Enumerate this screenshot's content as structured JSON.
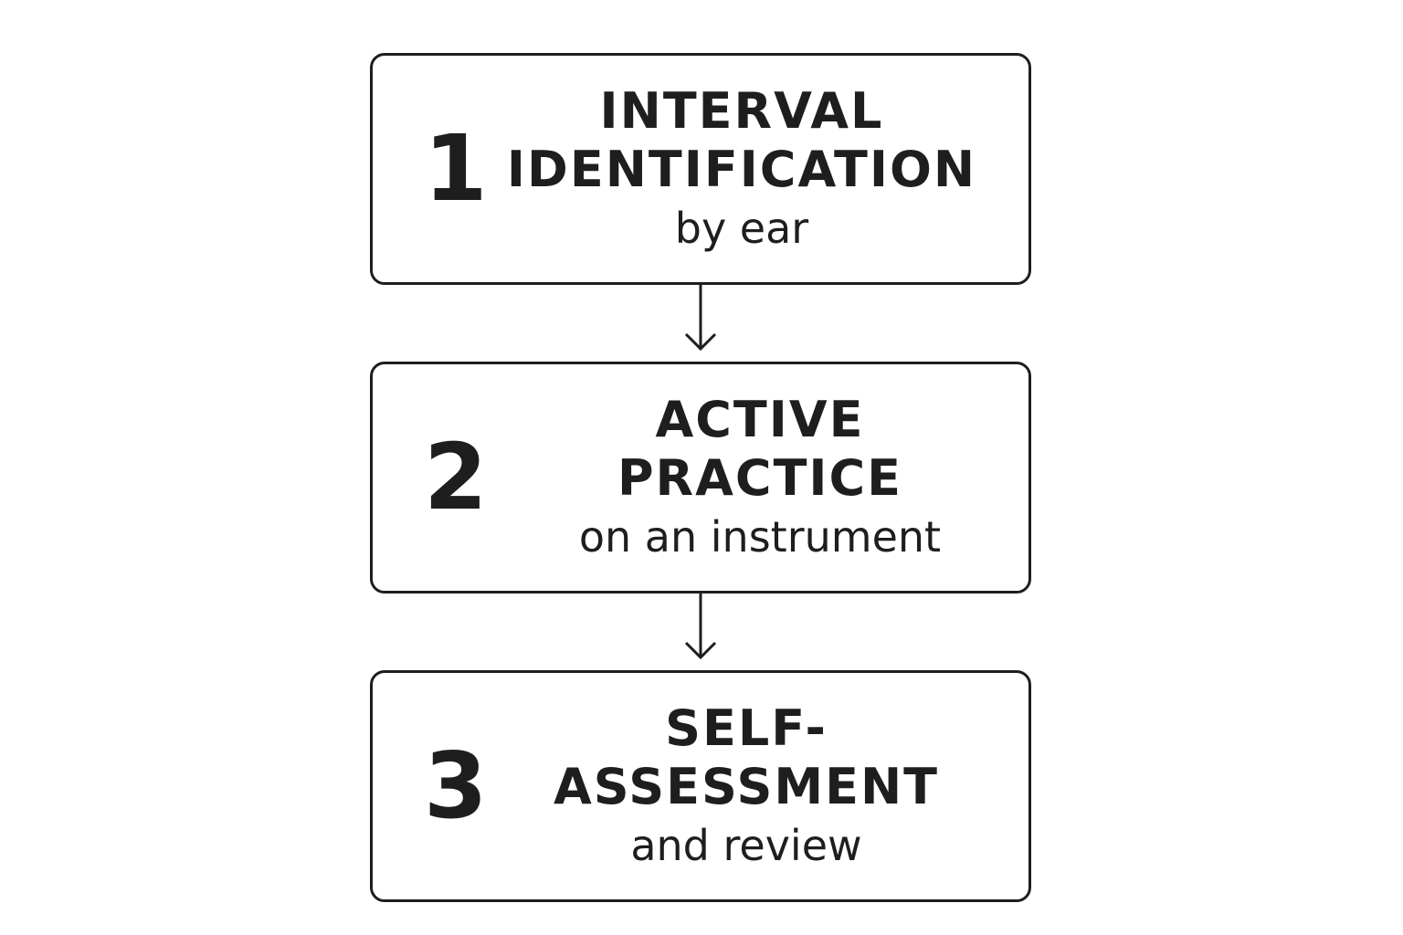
{
  "steps": [
    {
      "number": "1",
      "title_line1": "INTERVAL",
      "title_line2": "IDENTIFICATION",
      "subtitle": "by ear"
    },
    {
      "number": "2",
      "title_line1": "ACTIVE",
      "title_line2": "PRACTICE",
      "subtitle": "on an instrument"
    },
    {
      "number": "3",
      "title_line1": "SELF-",
      "title_line2": "ASSESSMENT",
      "subtitle": "and review"
    }
  ],
  "colors": {
    "stroke": "#1e1e1e",
    "background": "#ffffff"
  },
  "icons": [
    "arrow-down-icon"
  ]
}
